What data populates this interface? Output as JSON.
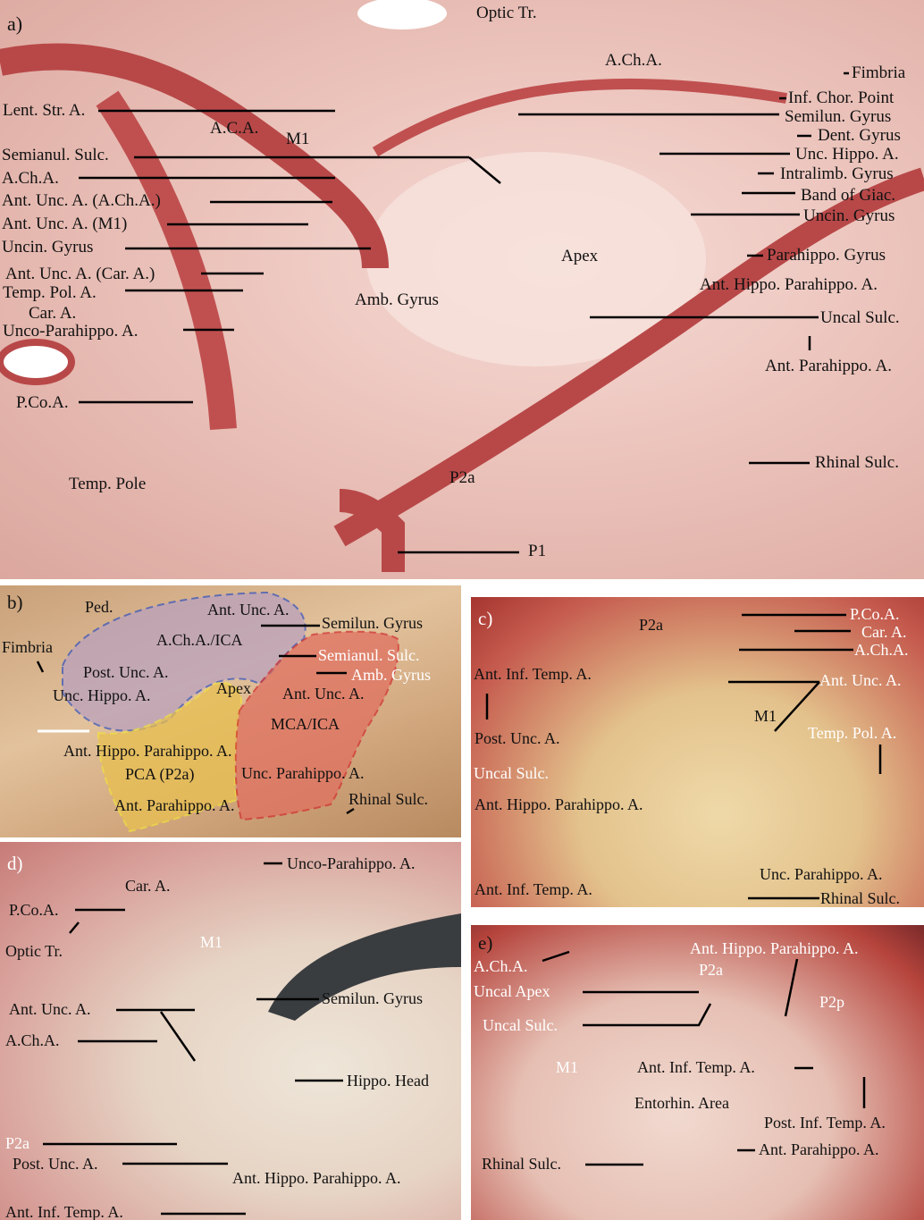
{
  "panel_a": {
    "letter": "a)",
    "labels": [
      "Optic Tr.",
      "A.Ch.A.",
      "Fimbria",
      "Inf. Chor. Point",
      "Semilun. Gyrus",
      "Dent. Gyrus",
      "Unc. Hippo. A.",
      "Intralimb. Gyrus",
      "Band of Giac.",
      "Uncin. Gyrus",
      "Parahippo. Gyrus",
      "Ant. Hippo. Parahippo. A.",
      "Uncal Sulc.",
      "Ant. Parahippo. A.",
      "Rhinal Sulc.",
      "P1",
      "P2a",
      "Temp. Pole",
      "P.Co.A.",
      "Unco-Parahippo. A.",
      "Car. A.",
      "Temp. Pol. A.",
      "Ant. Unc. A. (Car. A.)",
      "Uncin. Gyrus",
      "Ant. Unc. A. (M1)",
      "Ant. Unc. A. (A.Ch.A.)",
      "A.Ch.A.",
      "Semianul. Sulc.",
      "Lent. Str. A.",
      "A.C.A.",
      "M1",
      "Apex",
      "Amb. Gyrus"
    ]
  },
  "panel_b": {
    "letter": "b)",
    "labels": [
      "Ped.",
      "Ant. Unc. A.",
      "Semilun. Gyrus",
      "Fimbria",
      "A.Ch.A./ICA",
      "Semianul. Sulc.",
      "Amb. Gyrus",
      "Post. Unc. A.",
      "Unc. Hippo. A.",
      "Apex",
      "Ant. Unc. A.",
      "MCA/ICA",
      "Ant. Hippo. Parahippo. A.",
      "PCA (P2a)",
      "Unc. Parahippo. A.",
      "Rhinal Sulc.",
      "Ant. Parahippo. A."
    ]
  },
  "panel_c": {
    "letter": "c)",
    "labels": [
      "P2a",
      "P.Co.A.",
      "Car. A.",
      "A.Ch.A.",
      "Ant. Unc. A.",
      "Ant. Inf. Temp. A.",
      "M1",
      "Temp. Pol. A.",
      "Post. Unc. A.",
      "Uncal Sulc.",
      "Ant. Hippo. Parahippo. A.",
      "Unc. Parahippo. A.",
      "Ant. Inf. Temp. A.",
      "Rhinal Sulc."
    ]
  },
  "panel_d": {
    "letter": "d)",
    "labels": [
      "Unco-Parahippo. A.",
      "Car. A.",
      "P.Co.A.",
      "Optic Tr.",
      "M1",
      "Semilun. Gyrus",
      "Ant. Unc. A.",
      "A.Ch.A.",
      "Hippo. Head",
      "P2a",
      "Post. Unc. A.",
      "Ant. Hippo. Parahippo. A.",
      "Ant. Inf. Temp. A."
    ]
  },
  "panel_e": {
    "letter": "e)",
    "labels": [
      "Ant. Hippo. Parahippo. A.",
      "A.Ch.A.",
      "P2a",
      "Uncal Apex",
      "P2p",
      "Uncal Sulc.",
      "M1",
      "Ant. Inf. Temp. A.",
      "Entorhin. Area",
      "Post. Inf. Temp. A.",
      "Ant. Parahippo. A.",
      "Rhinal Sulc."
    ]
  }
}
